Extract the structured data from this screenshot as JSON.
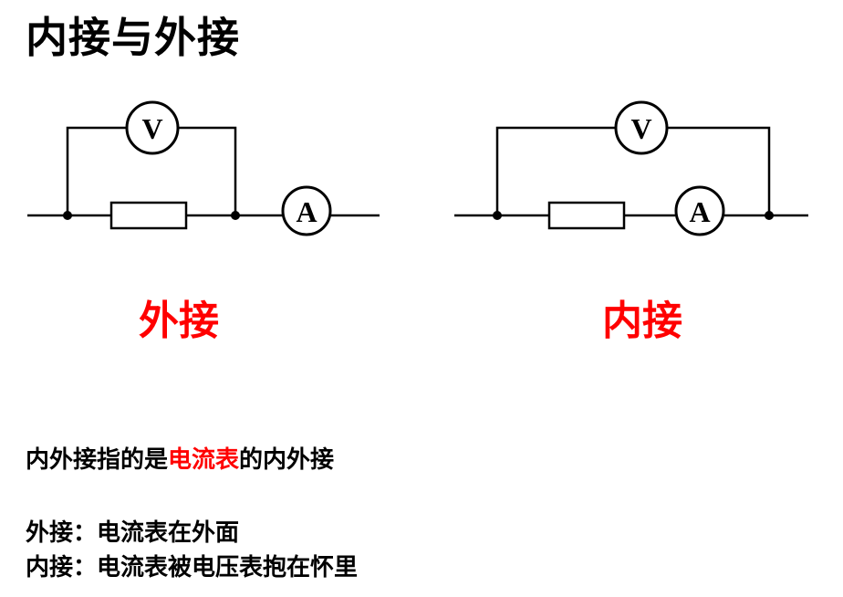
{
  "title": "内接与外接",
  "meters": {
    "voltmeter_symbol": "V",
    "ammeter_symbol": "A"
  },
  "captions": {
    "left": "外接",
    "right": "内接"
  },
  "notes": {
    "line1_prefix": "内外接指的是",
    "line1_highlight": "电流表",
    "line1_suffix": "的内外接",
    "line2": "外接：电流表在外面",
    "line3": "内接：电流表被电压表抱在怀里"
  },
  "colors": {
    "highlight": "#ff0000",
    "ink": "#000000"
  }
}
